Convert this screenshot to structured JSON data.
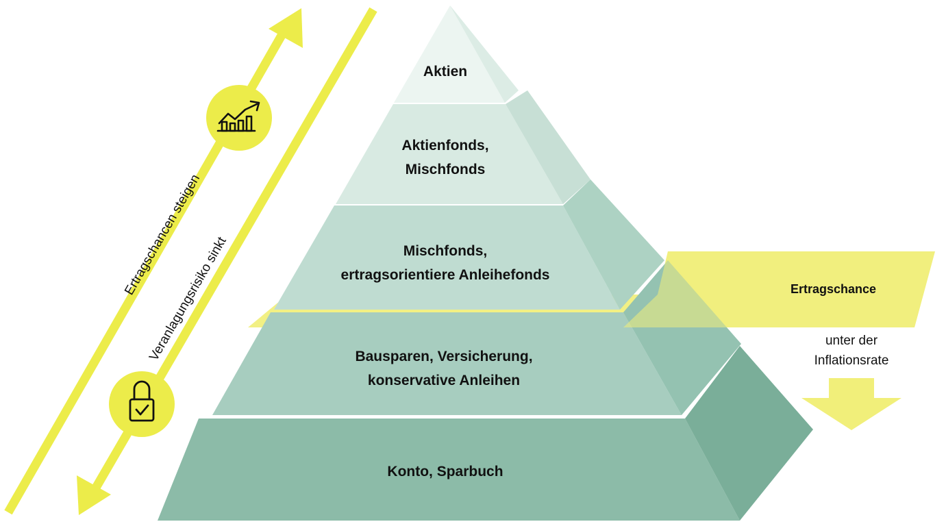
{
  "pyramid": {
    "levels": [
      {
        "lines": [
          "Aktien"
        ],
        "front": "#ecf5f1",
        "side": "#dcece5"
      },
      {
        "lines": [
          "Aktienfonds,",
          "Mischfonds"
        ],
        "front": "#d8eae2",
        "side": "#c7dfd5"
      },
      {
        "lines": [
          "Mischfonds,",
          "ertragsorientiere Anleihefonds"
        ],
        "front": "#bfdcd1",
        "side": "#add2c3"
      },
      {
        "lines": [
          "Bausparen, Versicherung,",
          "konservative Anleihen"
        ],
        "front": "#a7cdbf",
        "side": "#94c2b1"
      },
      {
        "lines": [
          "Konto, Sparbuch"
        ],
        "front": "#8cbba8",
        "side": "#7aae99"
      }
    ]
  },
  "arrows": {
    "up_label": "Ertragschancen steigen",
    "down_label": "Veranlagungsrisiko sinkt",
    "up_icon": "chart-growth-icon",
    "down_icon": "lock-check-icon"
  },
  "band": {
    "label": "Ertragschance",
    "note_lines": [
      "unter der",
      "Inflationsrate"
    ],
    "arrow_icon": "down-arrow-icon"
  },
  "colors": {
    "accent_yellow": "#ecec4a",
    "band_yellow": "#f1ef7a",
    "text": "#111111"
  }
}
